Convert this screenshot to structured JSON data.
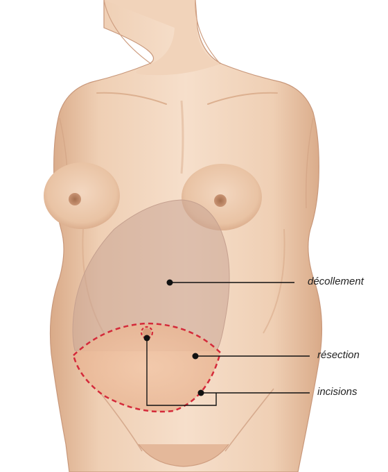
{
  "annotations": {
    "decollement": "décollement",
    "resection": "résection",
    "incisions": "incisions"
  },
  "colors": {
    "skin_light": "#f3d9c3",
    "skin_mid": "#e2b896",
    "skin_shadow": "#c89474",
    "nipple": "#c08a6a",
    "decollement_zone": "#c9a494",
    "resection_zone": "#e9b597",
    "incision_line": "#d42a3a",
    "leader_line": "#111111"
  },
  "icons": {
    "figure": "female-torso-illustration"
  }
}
